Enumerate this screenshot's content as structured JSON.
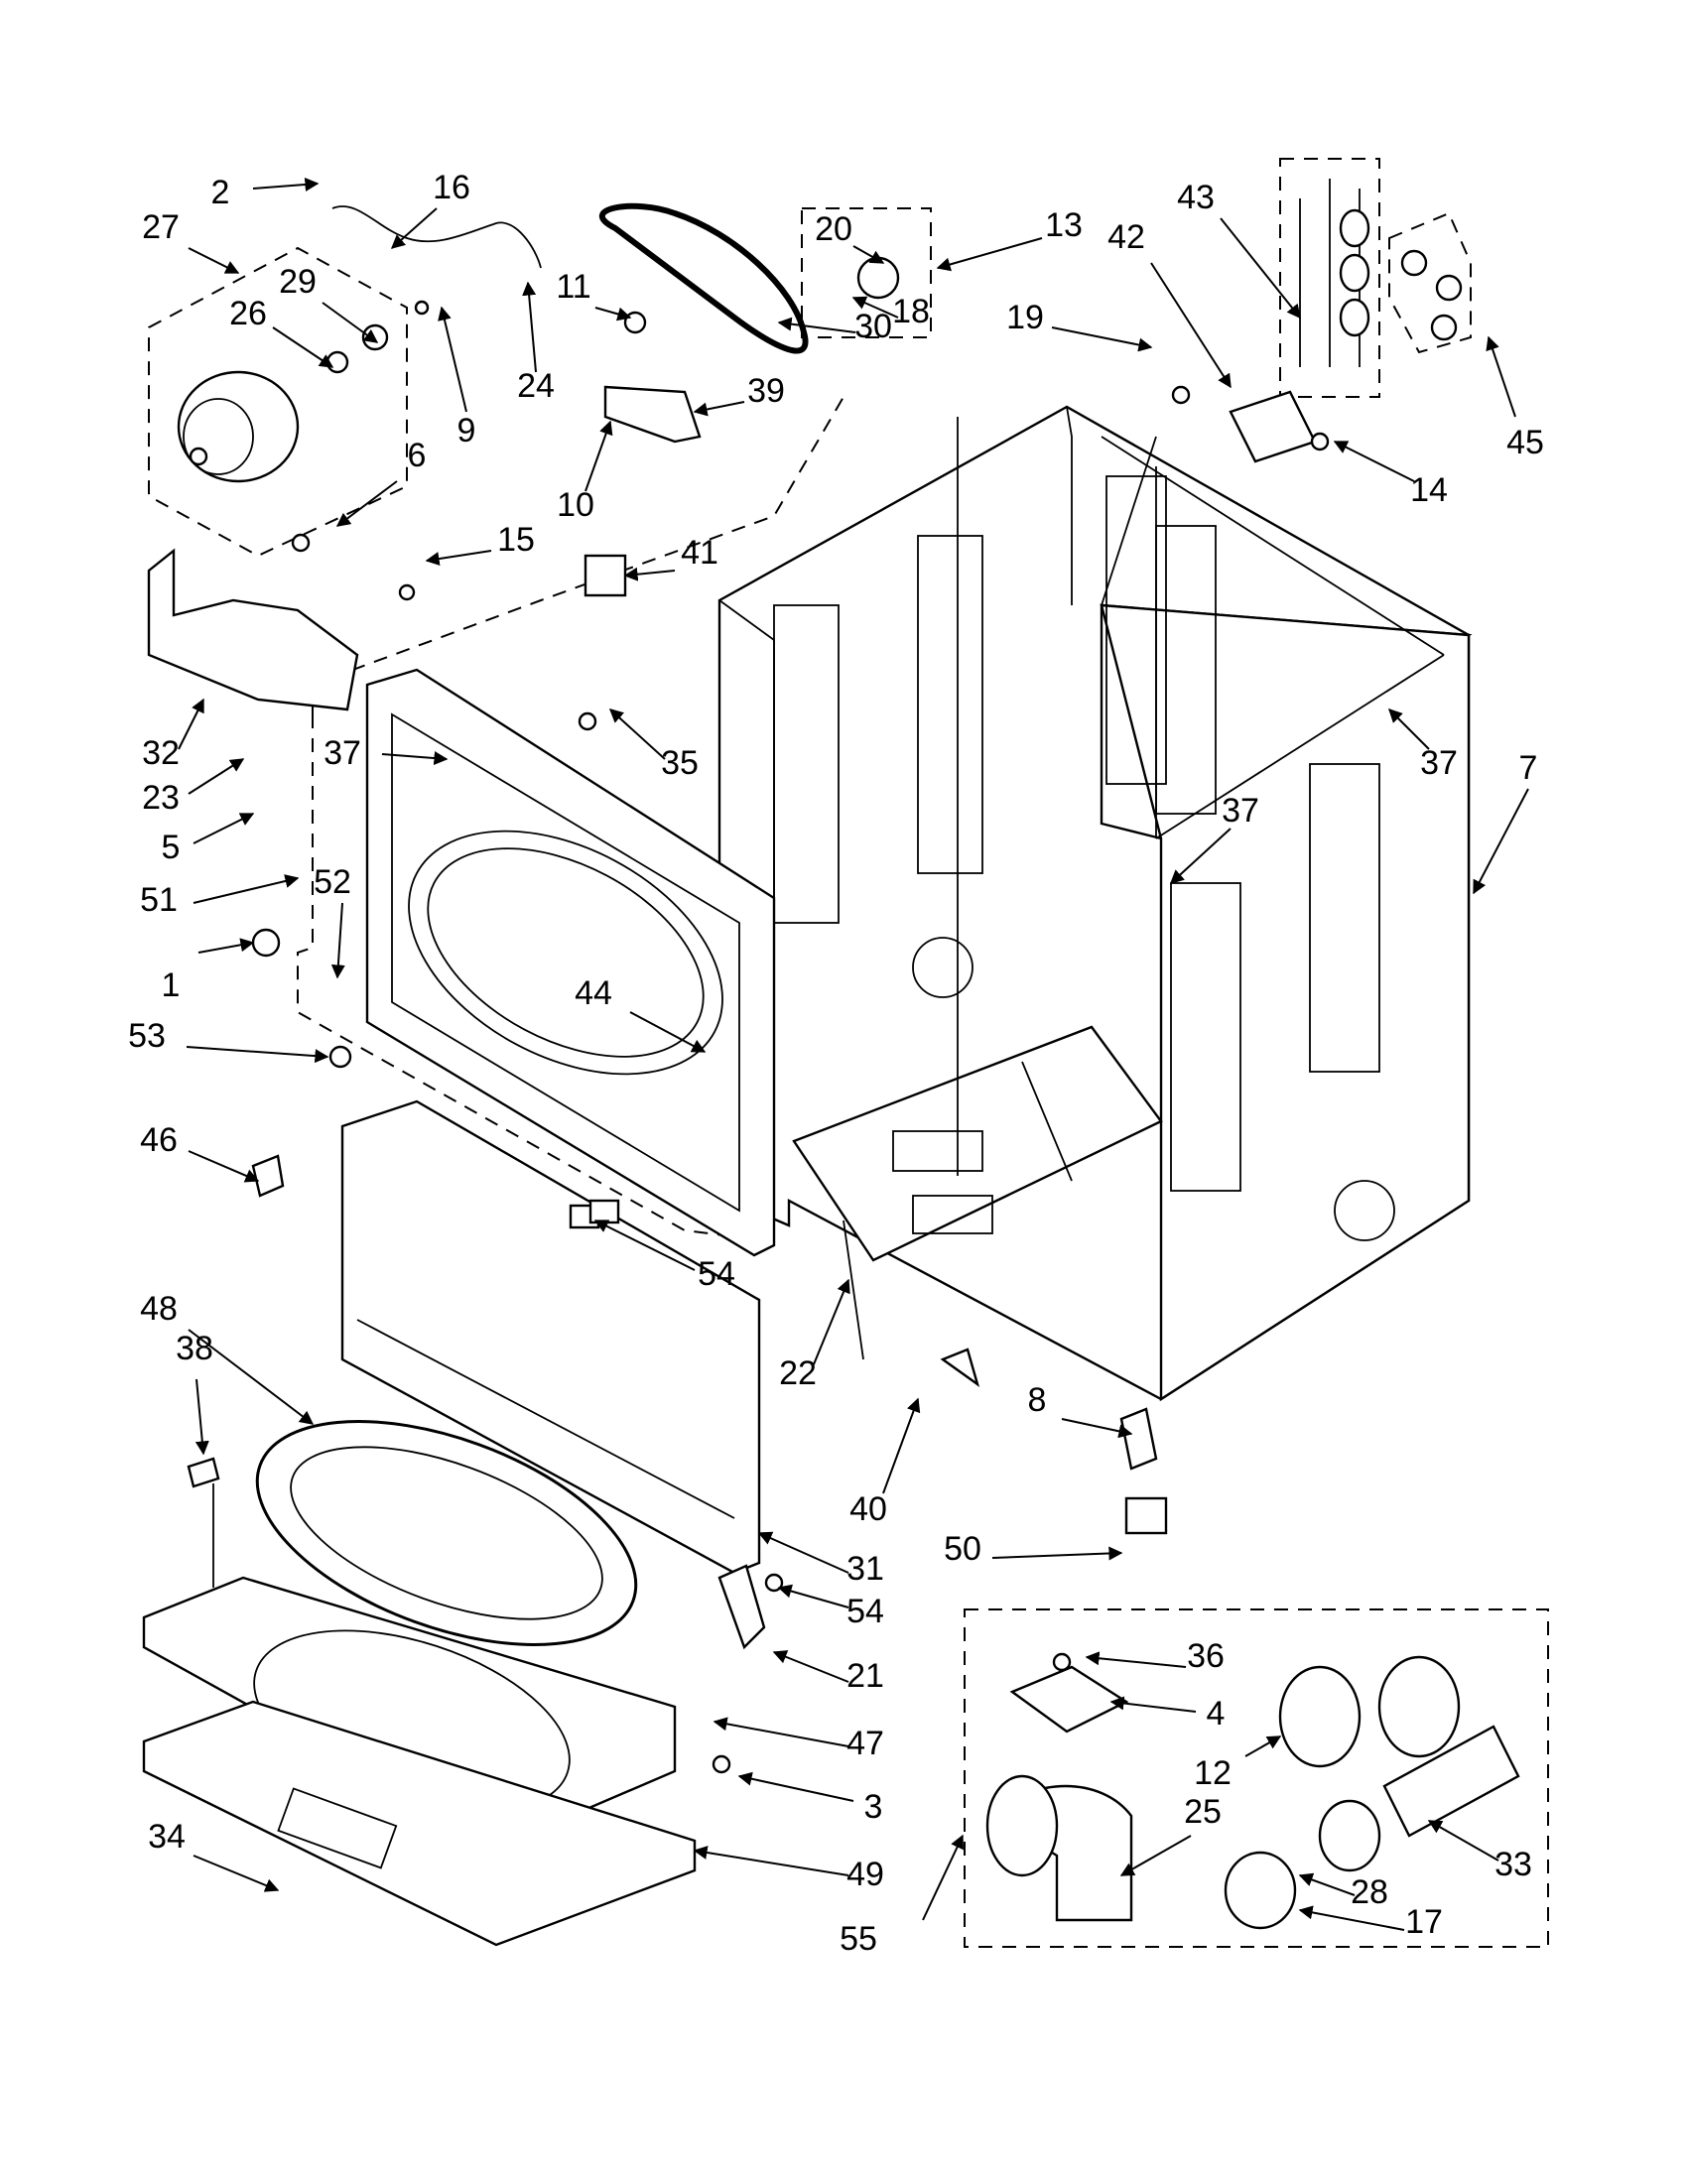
{
  "callouts": [
    {
      "id": "1",
      "text": "1"
    },
    {
      "id": "2",
      "text": "2"
    },
    {
      "id": "3",
      "text": "3"
    },
    {
      "id": "4",
      "text": "4"
    },
    {
      "id": "5",
      "text": "5"
    },
    {
      "id": "6",
      "text": "6"
    },
    {
      "id": "7",
      "text": "7"
    },
    {
      "id": "8",
      "text": "8"
    },
    {
      "id": "9",
      "text": "9"
    },
    {
      "id": "10",
      "text": "10"
    },
    {
      "id": "11",
      "text": "11"
    },
    {
      "id": "12",
      "text": "12"
    },
    {
      "id": "13",
      "text": "13"
    },
    {
      "id": "14",
      "text": "14"
    },
    {
      "id": "15",
      "text": "15"
    },
    {
      "id": "16",
      "text": "16"
    },
    {
      "id": "17",
      "text": "17"
    },
    {
      "id": "18",
      "text": "18"
    },
    {
      "id": "19",
      "text": "19"
    },
    {
      "id": "20",
      "text": "20"
    },
    {
      "id": "21",
      "text": "21"
    },
    {
      "id": "22",
      "text": "22"
    },
    {
      "id": "23",
      "text": "23"
    },
    {
      "id": "24",
      "text": "24"
    },
    {
      "id": "25",
      "text": "25"
    },
    {
      "id": "26",
      "text": "26"
    },
    {
      "id": "27",
      "text": "27"
    },
    {
      "id": "28",
      "text": "28"
    },
    {
      "id": "29",
      "text": "29"
    },
    {
      "id": "30",
      "text": "30"
    },
    {
      "id": "31",
      "text": "31"
    },
    {
      "id": "32",
      "text": "32"
    },
    {
      "id": "33",
      "text": "33"
    },
    {
      "id": "34",
      "text": "34"
    },
    {
      "id": "35",
      "text": "35"
    },
    {
      "id": "36",
      "text": "36"
    },
    {
      "id": "37a",
      "text": "37"
    },
    {
      "id": "37b",
      "text": "37"
    },
    {
      "id": "37c",
      "text": "37"
    },
    {
      "id": "38",
      "text": "38"
    },
    {
      "id": "39",
      "text": "39"
    },
    {
      "id": "40",
      "text": "40"
    },
    {
      "id": "41",
      "text": "41"
    },
    {
      "id": "42",
      "text": "42"
    },
    {
      "id": "43",
      "text": "43"
    },
    {
      "id": "44",
      "text": "44"
    },
    {
      "id": "45",
      "text": "45"
    },
    {
      "id": "46",
      "text": "46"
    },
    {
      "id": "47",
      "text": "47"
    },
    {
      "id": "48",
      "text": "48"
    },
    {
      "id": "49",
      "text": "49"
    },
    {
      "id": "50",
      "text": "50"
    },
    {
      "id": "51",
      "text": "51"
    },
    {
      "id": "52",
      "text": "52"
    },
    {
      "id": "53",
      "text": "53"
    },
    {
      "id": "54a",
      "text": "54"
    },
    {
      "id": "54b",
      "text": "54"
    },
    {
      "id": "55",
      "text": "55"
    }
  ]
}
